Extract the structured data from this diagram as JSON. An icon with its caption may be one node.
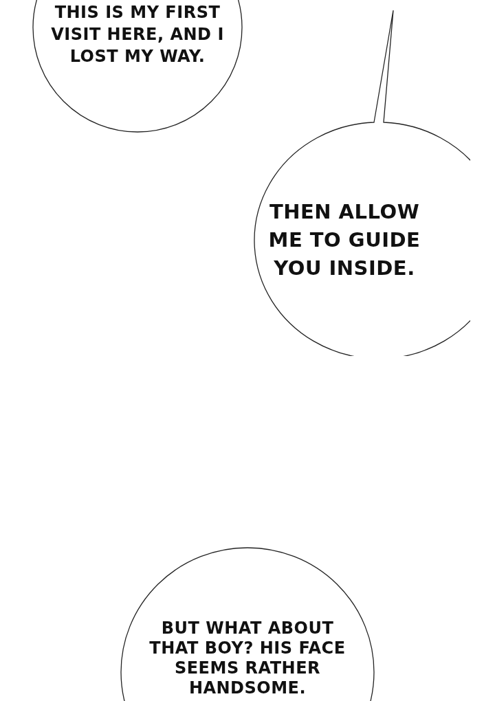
{
  "diagram": {
    "nodes": [
      {
        "text": [
          "THIS IS MY FIRST VISIT HERE, AND I LOST MY WAY."
        ]
      },
      {
        "text": [
          "THEN ALLOW ME TO GUIDE YOU INSIDE."
        ]
      },
      {
        "text": [
          "BUT WHAT ABOUT THAT BOY? HIS FACE SEEMS RATHER HANDSOME."
        ]
      }
    ]
  }
}
